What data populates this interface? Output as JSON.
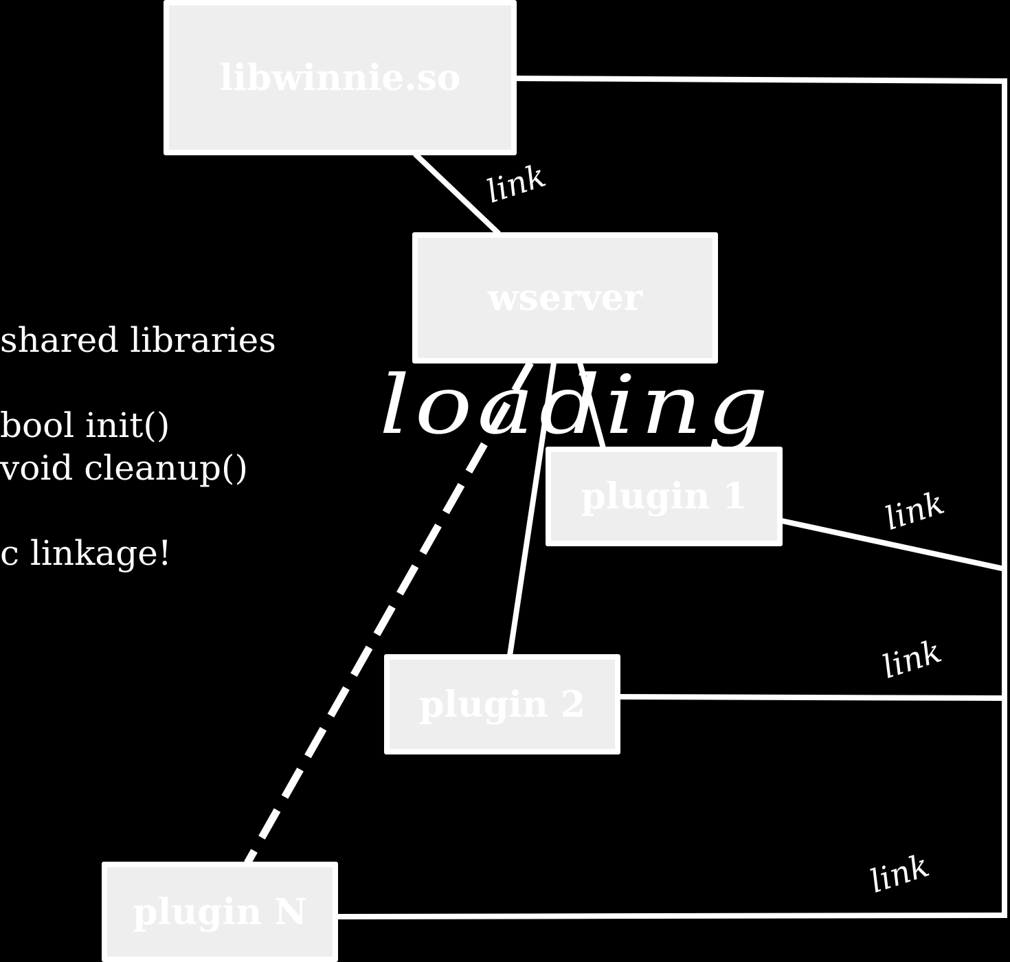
{
  "nodes": {
    "libwinnie": "libwinnie.so",
    "wserver": "wserver",
    "plugin1": "plugin 1",
    "plugin2": "plugin 2",
    "pluginN": "plugin N"
  },
  "edges": {
    "link_label": "link",
    "loading_label": "loading"
  },
  "notes": {
    "shared": "shared libraries",
    "init": "bool init()",
    "cleanup": "void cleanup()",
    "linkage": "c linkage!"
  },
  "colors": {
    "background": "#000000",
    "node_fill": "#eeeeee",
    "line": "#ffffff"
  }
}
